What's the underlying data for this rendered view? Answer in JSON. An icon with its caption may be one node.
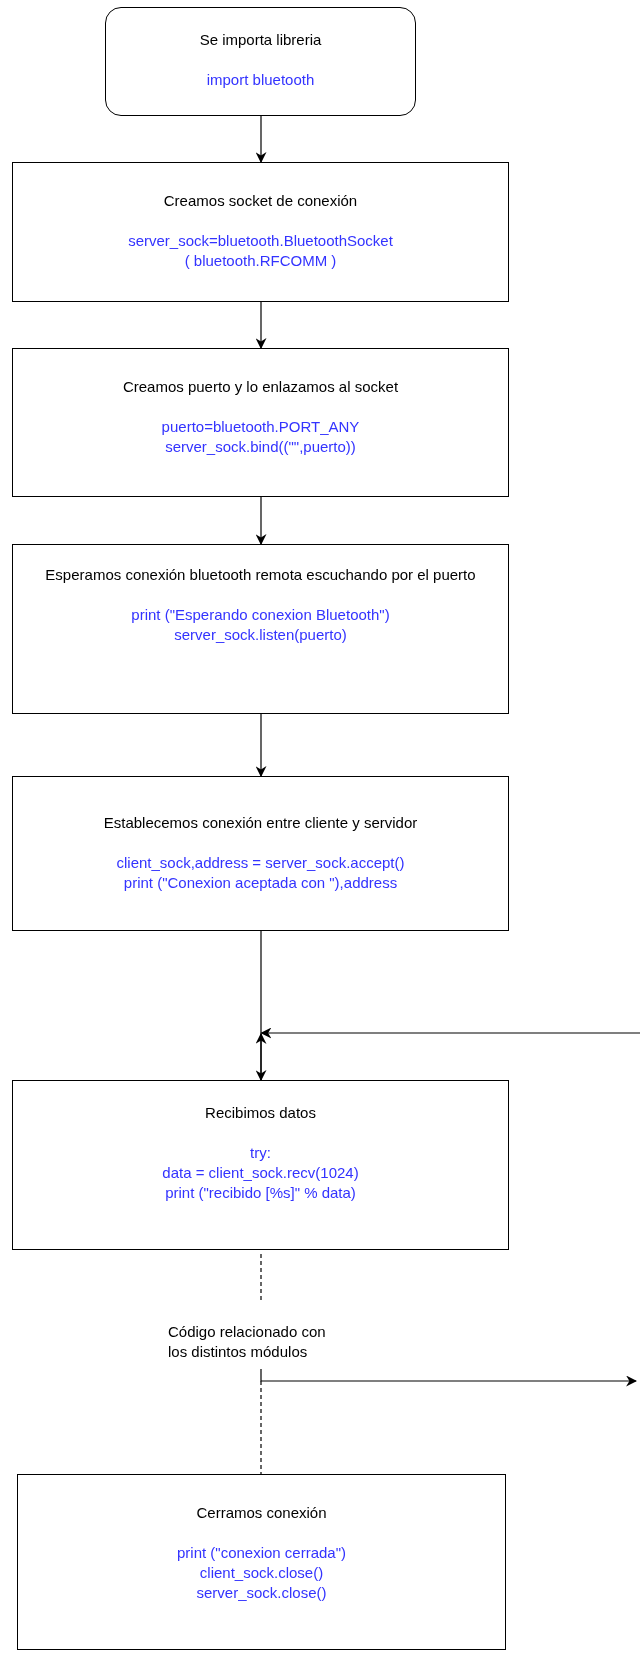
{
  "diagram": {
    "nodes": [
      {
        "text": [
          "Se importa libreria",
          "import bluetooth"
        ]
      },
      {
        "text": [
          "Creamos socket de conexión",
          "server_sock=bluetooth.BluetoothSocket",
          "( bluetooth.RFCOMM )"
        ]
      },
      {
        "text": [
          "Creamos puerto y lo enlazamos al socket",
          "puerto=bluetooth.PORT_ANY",
          "server_sock.bind((\"\",puerto))"
        ]
      },
      {
        "text": [
          "Esperamos conexión bluetooth remota escuchando por el puerto",
          "print (\"Esperando conexion Bluetooth\")",
          "server_sock.listen(puerto)"
        ]
      },
      {
        "text": [
          "Establecemos conexión entre cliente y servidor",
          "client_sock,address = server_sock.accept()",
          "print (\"Conexion aceptada con \"),address"
        ]
      },
      {
        "text": [
          "Recibimos datos",
          "try:",
          "data = client_sock.recv(1024)",
          "print (\"recibido [%s]\" % data)"
        ]
      },
      {
        "text": [
          "Código relacionado con los distintos módulos"
        ]
      },
      {
        "text": [
          "Cerramos conexión",
          "print (\"conexion cerrada\")",
          "client_sock.close()",
          "server_sock.close()"
        ]
      }
    ],
    "edges": [
      {
        "from": 0,
        "to": 1,
        "arrow": "to"
      },
      {
        "from": 1,
        "to": 2,
        "arrow": "to"
      },
      {
        "from": 2,
        "to": 3,
        "arrow": "to"
      },
      {
        "from": 3,
        "to": 4,
        "arrow": "to"
      },
      {
        "from": 4,
        "to": 5,
        "arrow": "to"
      },
      {
        "from": 5,
        "to": null,
        "arrow": "to"
      },
      {
        "from": null,
        "to": 5,
        "arrow": "to"
      },
      {
        "from": 5,
        "to": 6,
        "arrow": "none",
        "style": "dashed"
      },
      {
        "from": 6,
        "to": 7,
        "arrow": "none",
        "style": "dashed"
      },
      {
        "from": 6,
        "to": null,
        "arrow": "to"
      }
    ]
  }
}
